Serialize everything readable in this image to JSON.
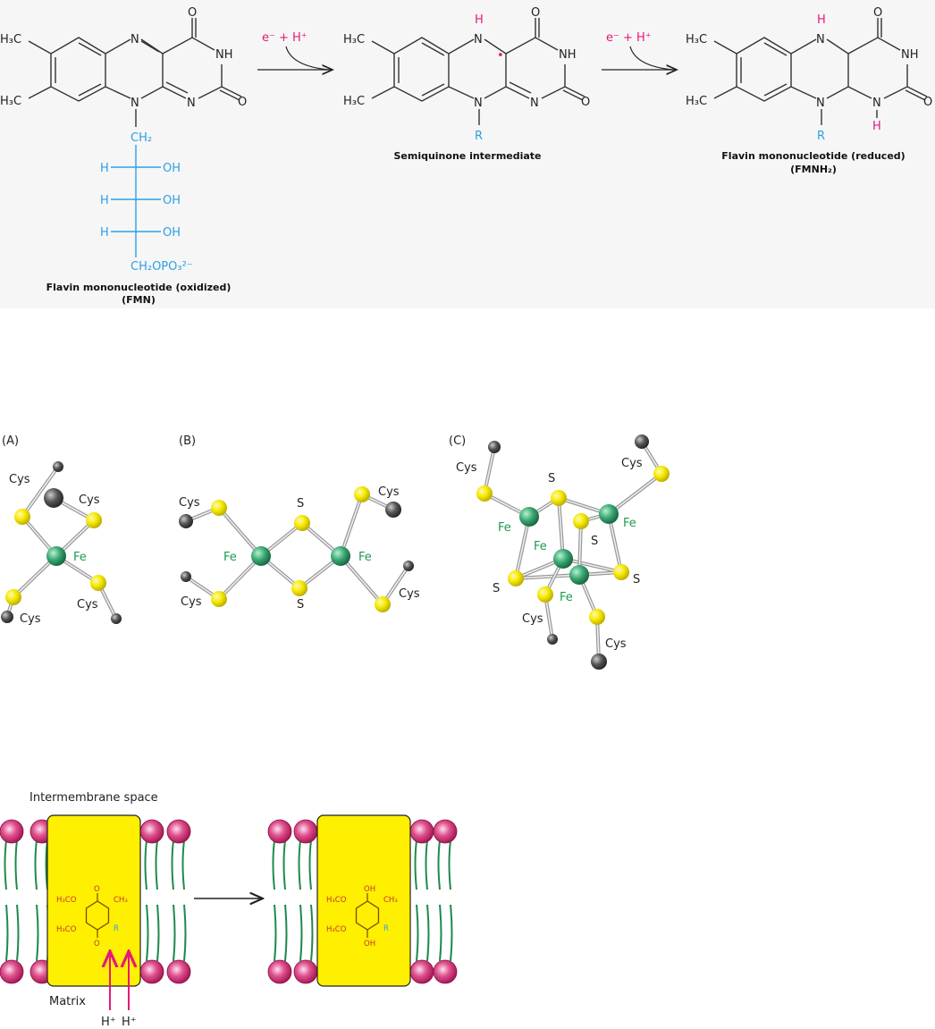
{
  "flavin": {
    "reaction_label": "e⁻ + H⁺",
    "atoms": {
      "h3c": "H₃C",
      "n": "N",
      "nh": "NH",
      "o": "O",
      "h": "H",
      "r": "R",
      "radical": "•"
    },
    "ribityl": {
      "ch2": "CH₂",
      "h": "H",
      "oh": "OH",
      "phosphate": "CH₂OPO₃²⁻"
    },
    "oxidized": {
      "name": "Flavin mononucleotide (oxidized)",
      "abbr": "(FMN)"
    },
    "semiquinone": {
      "name": "Semiquinone intermediate"
    },
    "reduced": {
      "name": "Flavin mononucleotide (reduced)",
      "abbr": "(FMNH₂)"
    }
  },
  "clusters": {
    "panel_labels": [
      "(A)",
      "(B)",
      "(C)"
    ],
    "cys": "Cys",
    "fe": "Fe",
    "s": "S"
  },
  "membrane": {
    "top_label": "Intermembrane space",
    "bottom_label": "Matrix",
    "proton": "H⁺",
    "quinone": {
      "h3co": "H₃CO",
      "ch3": "CH₃",
      "r": "R",
      "o": "O",
      "oh": "OH"
    }
  },
  "colors": {
    "proton": "#e8187a",
    "ribityl": "#2aa0e8",
    "iron": "#2f9e6a",
    "sulfur": "#f2e600",
    "carbon": "#555555",
    "protein": "#ffef00",
    "lipid_head": "#d6337f",
    "lipid_tail": "#1e8a4c"
  }
}
